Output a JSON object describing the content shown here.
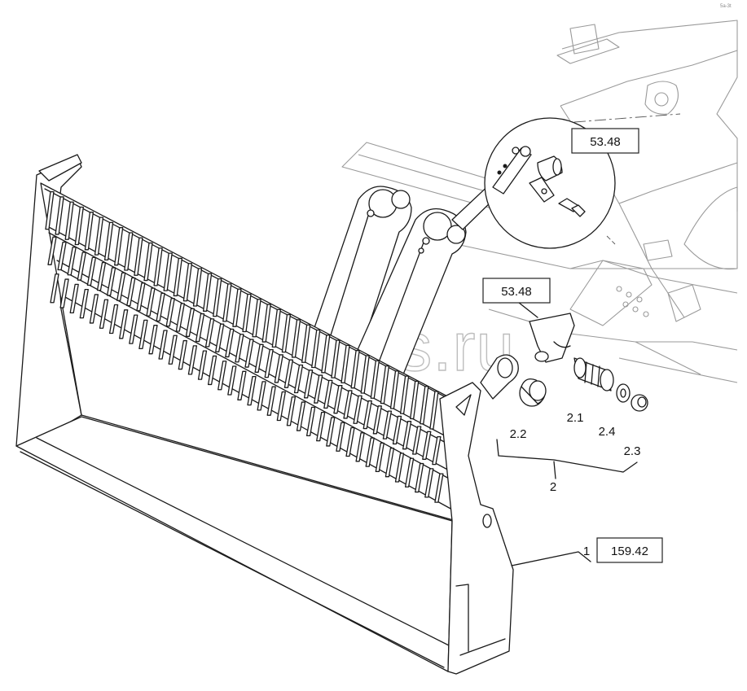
{
  "watermark": "ansat-parts.ru",
  "corner_mark": "5a-3t",
  "callouts": {
    "ref_top": "53.48",
    "ref_mid": "53.48",
    "ref_main": "159.42"
  },
  "parts": {
    "p1": "1",
    "p2": "2",
    "p2_1": "2.1",
    "p2_2": "2.2",
    "p2_3": "2.3",
    "p2_4": "2.4"
  }
}
